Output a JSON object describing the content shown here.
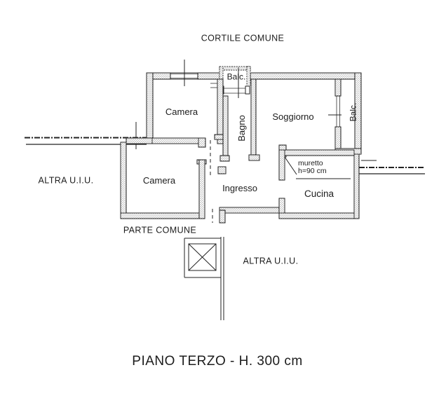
{
  "colors": {
    "ink": "#1c1c1c",
    "bg": "#ffffff"
  },
  "plan": {
    "area_labels": {
      "cortile": "CORTILE COMUNE",
      "altra_uiu_left": "ALTRA U.I.U.",
      "altra_uiu_right": "ALTRA U.I.U.",
      "parte_comune": "PARTE COMUNE"
    },
    "rooms": {
      "balc_top": "Balc.",
      "camera_top": "Camera",
      "bagno": "Bagno",
      "soggiorno": "Soggiorno",
      "balc_right": "Balc.",
      "camera_bottom": "Camera",
      "ingresso": "Ingresso",
      "cucina": "Cucina"
    },
    "annotations": {
      "muretto_line1": "muretto",
      "muretto_line2": "h=90 cm"
    }
  },
  "footer": {
    "title": "PIANO TERZO - H. 300 cm"
  }
}
